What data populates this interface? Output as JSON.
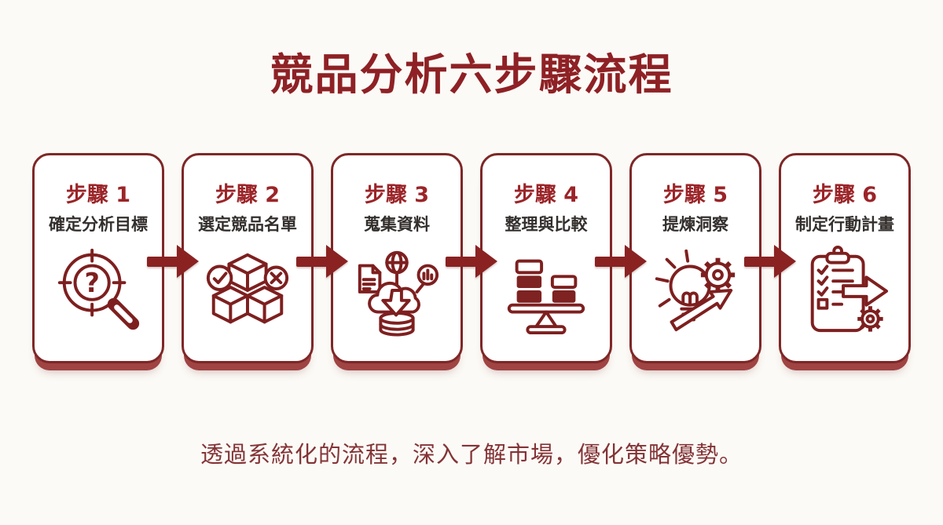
{
  "title": "競品分析六步驟流程",
  "caption": "透過系統化的流程，深入了解市場，優化策略優勢。",
  "colors": {
    "background": "#FCFAF6",
    "title_red": "#8E2125",
    "step_label_red": "#9B2428",
    "card_border": "#7E2727",
    "card_shadow_base": "#A04343",
    "arrow_red": "#8A2222",
    "body_text": "#332F2D",
    "caption_maroon": "#833437",
    "icon_stroke": "#7E1F1F"
  },
  "steps": [
    {
      "label": "步驟 1",
      "name": "確定分析目標",
      "icon": "target-magnifier-icon"
    },
    {
      "label": "步驟 2",
      "name": "選定競品名單",
      "icon": "boxes-select-icon"
    },
    {
      "label": "步驟 3",
      "name": "蒐集資料",
      "icon": "data-collection-icon"
    },
    {
      "label": "步驟 4",
      "name": "整理與比較",
      "icon": "balance-compare-icon"
    },
    {
      "label": "步驟 5",
      "name": "提煉洞察",
      "icon": "lightbulb-gear-icon"
    },
    {
      "label": "步驟 6",
      "name": "制定行動計畫",
      "icon": "clipboard-plan-icon"
    }
  ]
}
